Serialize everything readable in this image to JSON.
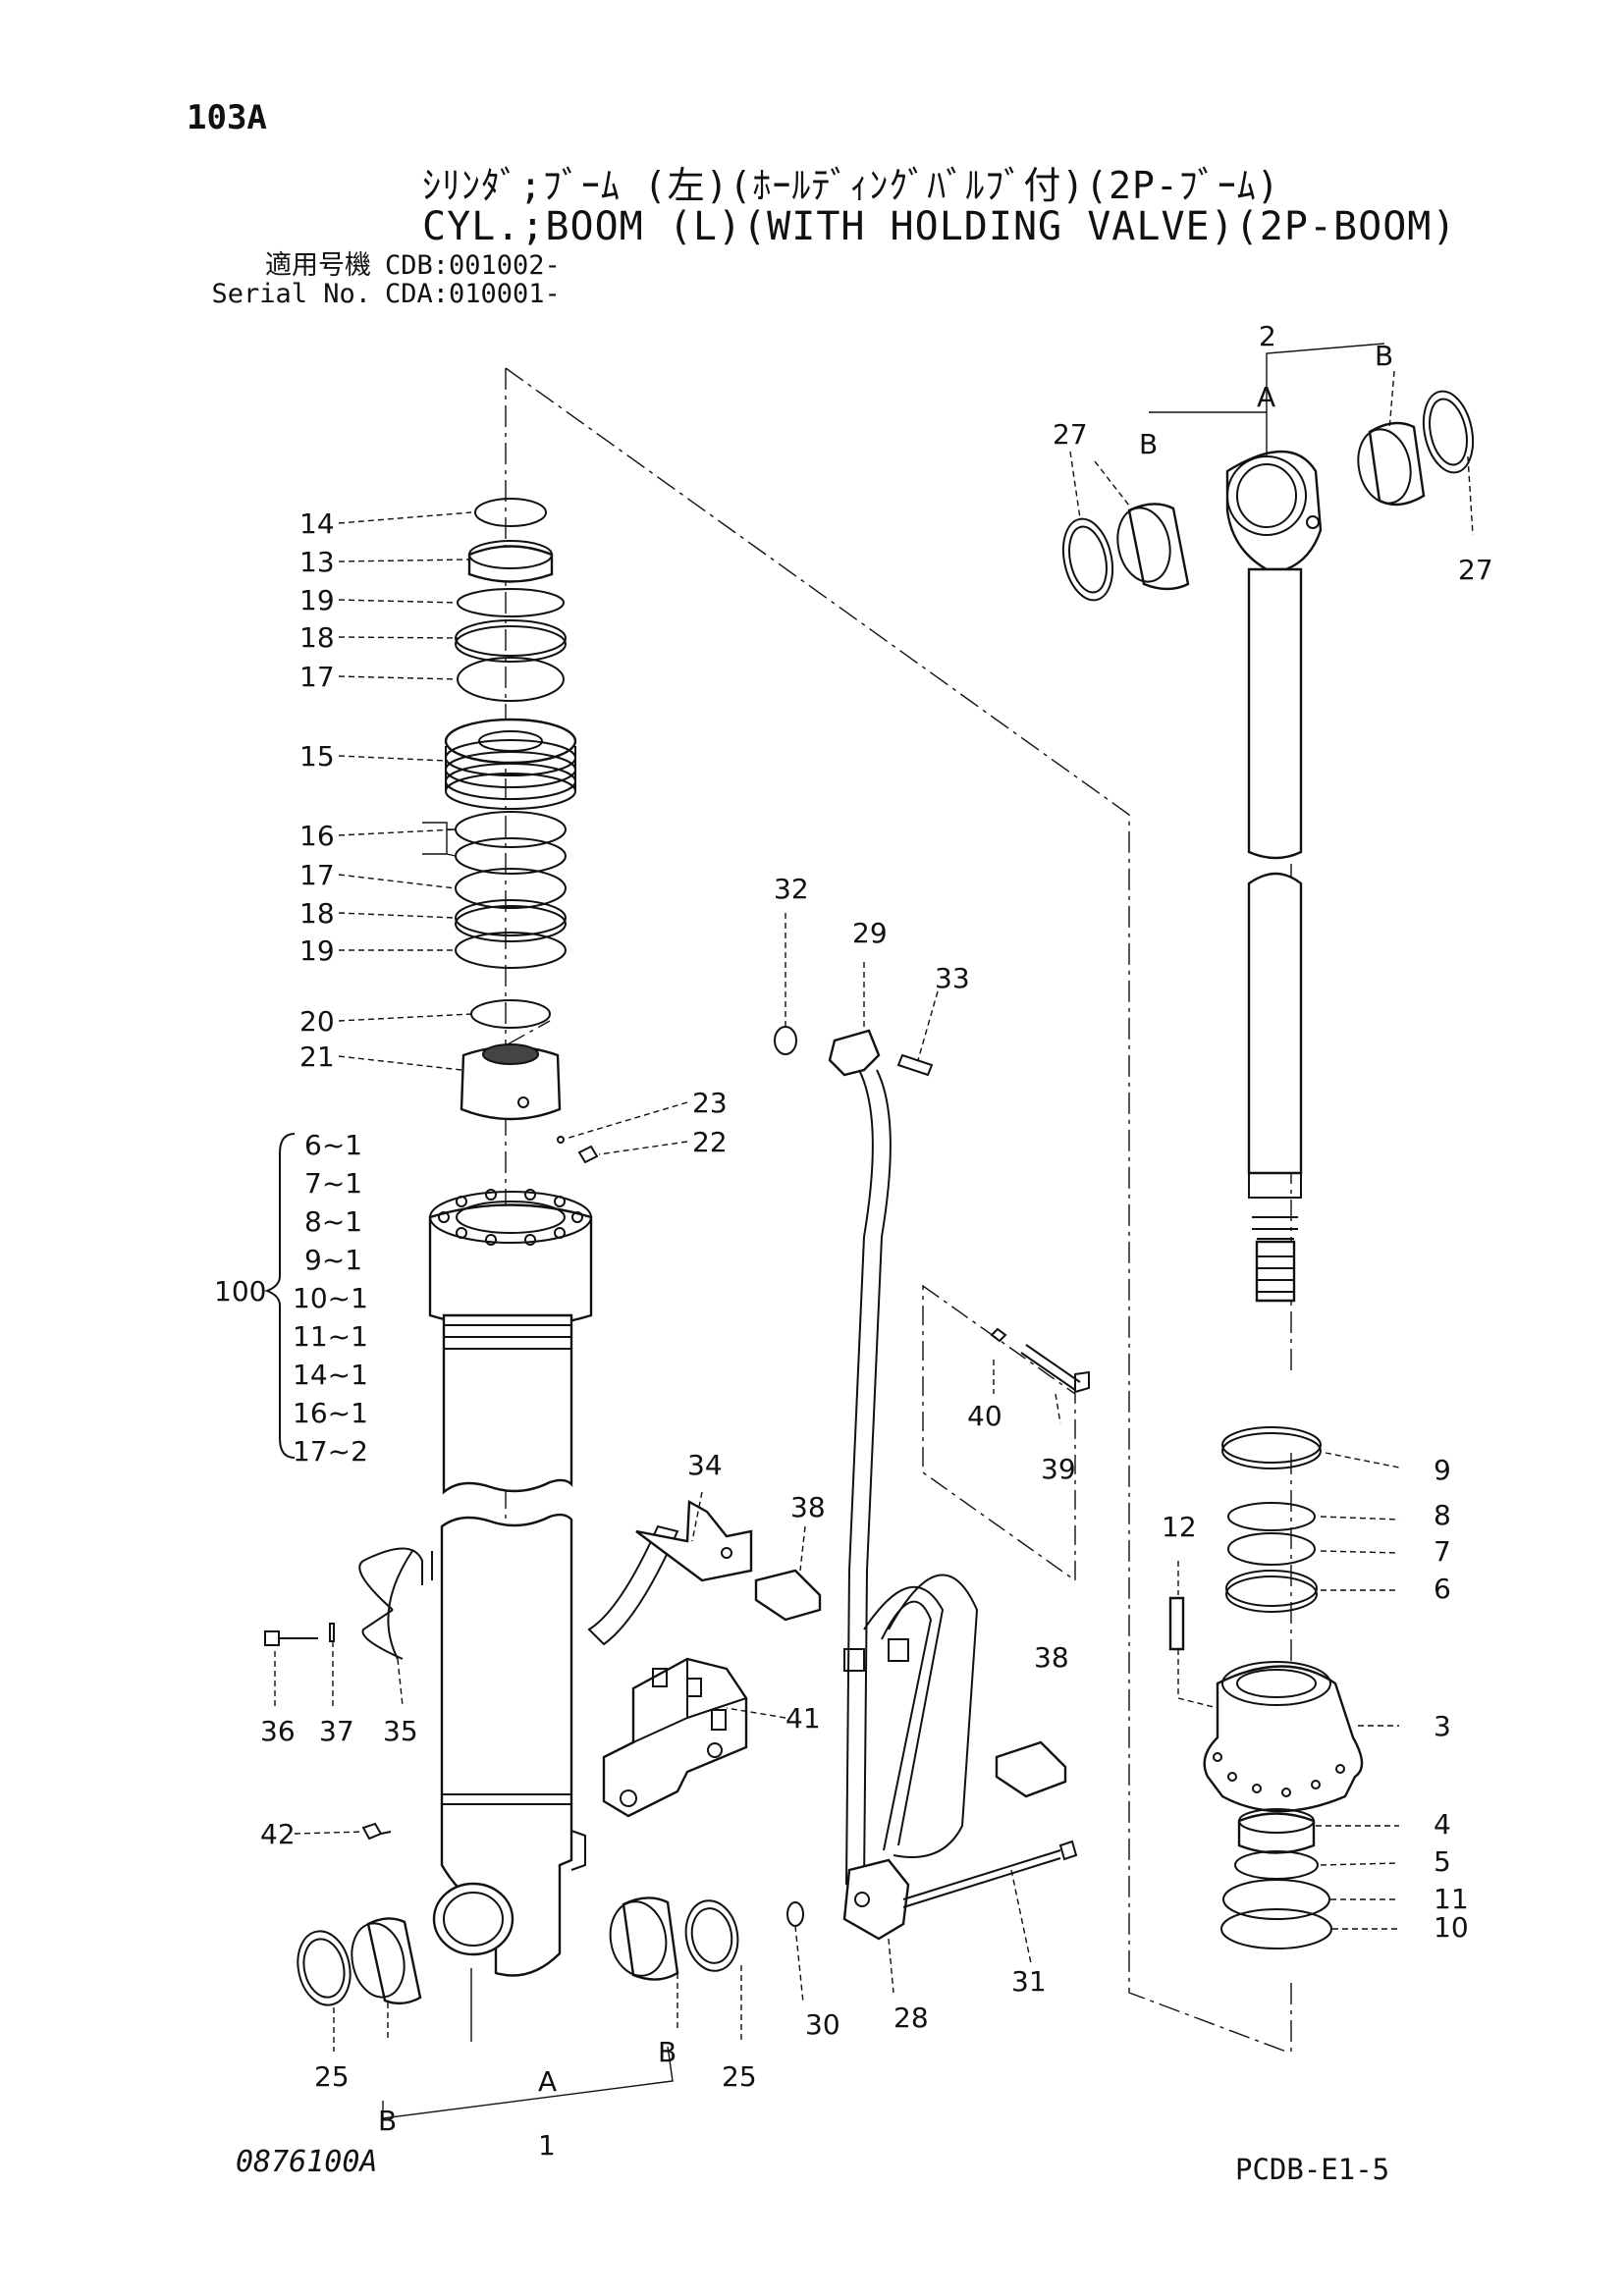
{
  "header": {
    "page_code": "103A",
    "title_jp": "ｼﾘﾝﾀﾞ;ﾌﾞｰﾑ (左)(ﾎｰﾙﾃﾞｨﾝｸﾞﾊﾞﾙﾌﾞ付)(2P-ﾌﾞｰﾑ)",
    "title_en": "CYL.;BOOM (L)(WITH HOLDING VALVE)(2P-BOOM)",
    "serial_rows": [
      {
        "label": "適用号機",
        "value": "CDB:001002-"
      },
      {
        "label": "Serial No.",
        "value": "CDA:010001-"
      }
    ]
  },
  "footer": {
    "figure_no": "0876100A",
    "sheet_ref": "PCDB-E1-5"
  },
  "callouts": {
    "c14": "14",
    "c13": "13",
    "c19a": "19",
    "c18a": "18",
    "c17a": "17",
    "c15": "15",
    "c16": "16",
    "c17b": "17",
    "c18b": "18",
    "c19b": "19",
    "c20": "20",
    "c21": "21",
    "c23": "23",
    "c22": "22",
    "c100": "100",
    "kit": [
      "6~1",
      "7~1",
      "8~1",
      "9~1",
      "10~1",
      "11~1",
      "14~1",
      "16~1",
      "17~2"
    ],
    "c34": "34",
    "c38a": "38",
    "c38b": "38",
    "c36": "36",
    "c37": "37",
    "c35": "35",
    "c41": "41",
    "c42": "42",
    "c25a": "25",
    "c25b": "25",
    "c30": "30",
    "c28": "28",
    "c31": "31",
    "c32": "32",
    "c29": "29",
    "c33": "33",
    "c40": "40",
    "c39": "39",
    "c1": "1",
    "c2": "2",
    "c27a": "27",
    "c27b": "27",
    "c9": "9",
    "c8": "8",
    "c7": "7",
    "c6": "6",
    "c12": "12",
    "c3": "3",
    "c4": "4",
    "c5": "5",
    "c11": "11",
    "c10": "10",
    "letterA1": "A",
    "letterB1": "B",
    "letterB2": "B",
    "letterA2": "A",
    "letterB3": "B",
    "letterB4": "B"
  }
}
